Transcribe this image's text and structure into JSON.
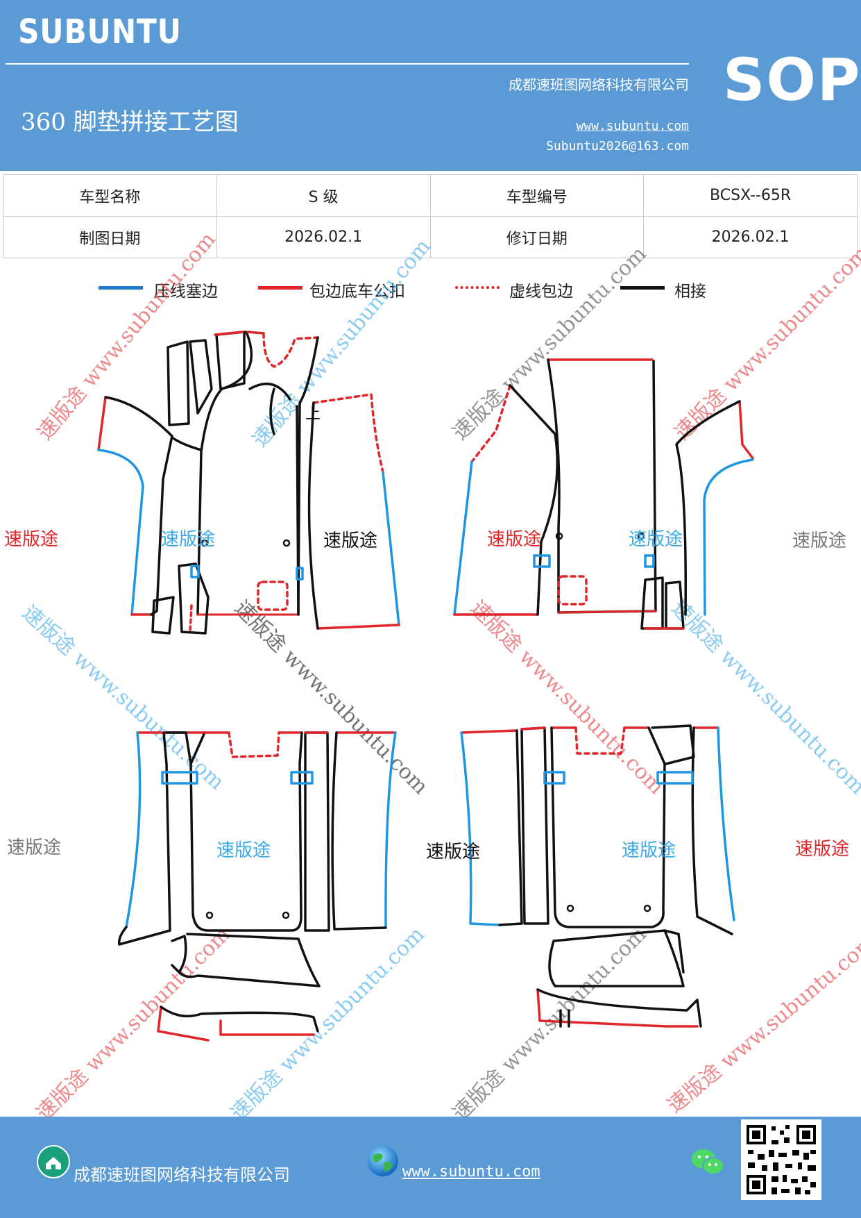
{
  "header": {
    "brand": "SUBUNTU",
    "badge": "SOP",
    "company": "成都速班图网络科技有限公司",
    "title": "360 脚垫拼接工艺图",
    "website": "www.subuntu.com",
    "email": "Subuntu2026@163.com"
  },
  "info_table": {
    "row1": [
      "车型名称",
      "S 级",
      "车型编号",
      "BCSX--65R"
    ],
    "row2": [
      "制图日期",
      "2026.02.1",
      "修订日期",
      "2026.02.1"
    ]
  },
  "legend": [
    {
      "label": "压线塞边",
      "color": "#1f7bd0",
      "style": "solid"
    },
    {
      "label": "包边底车公扣",
      "color": "#e0262a",
      "style": "solid"
    },
    {
      "label": "虚线包边",
      "color": "#e0262a",
      "style": "dotted"
    },
    {
      "label": "相接",
      "color": "#111111",
      "style": "solid"
    }
  ],
  "piece_labels": {
    "mark_up": "上",
    "brand_cn": "速版途"
  },
  "watermark": {
    "text": "速版途 www.subuntu.com"
  },
  "colors": {
    "header_bg": "#5b9bd5",
    "blue_edge": "#1f97e0",
    "red_edge": "#e0262a",
    "label_blue": "#3aa8e8",
    "label_red": "#e0262a",
    "label_gray": "#777777"
  },
  "footer": {
    "company": "成都速班图网络科技有限公司",
    "website": "www.subuntu.com",
    "icons": [
      "company-icon",
      "globe-icon",
      "wechat-icon",
      "qr-code"
    ]
  }
}
